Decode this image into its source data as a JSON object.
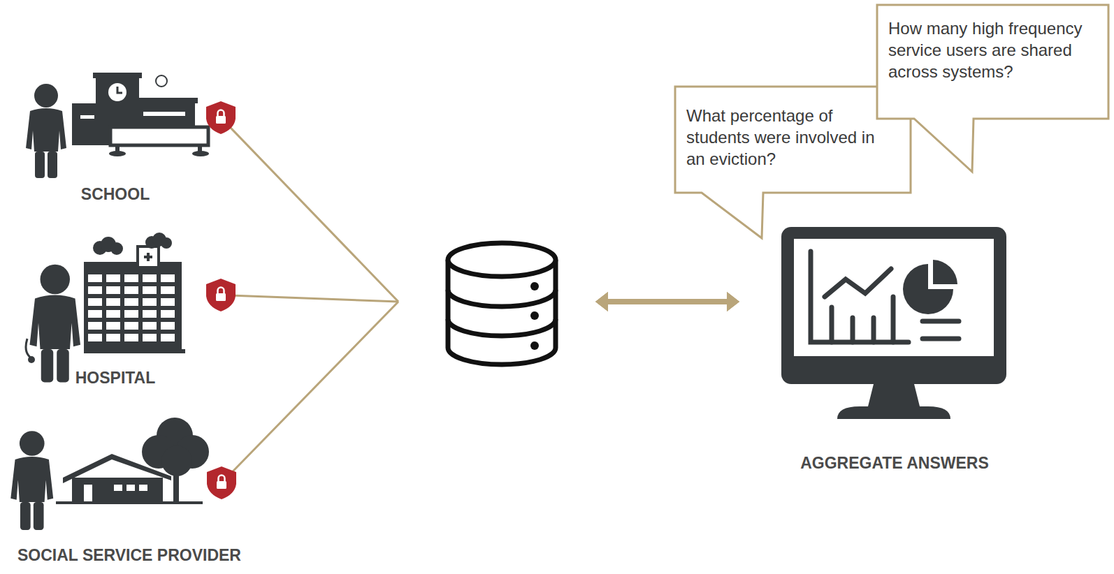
{
  "diagram": {
    "nodes": [
      {
        "text": [
          "SCHOOL"
        ]
      },
      {
        "text": [
          "HOSPITAL"
        ]
      },
      {
        "text": [
          "SOCIAL SERVICE PROVIDER"
        ]
      },
      {
        "text": [
          "AGGREGATE ANSWERS"
        ]
      },
      {
        "text": [
          "What percentage of students were involved in an eviction?"
        ]
      },
      {
        "text": [
          "How many high frequency service users are shared across systems?"
        ]
      }
    ],
    "edges": [
      {
        "from": 0,
        "to": 3,
        "arrow": "to"
      },
      {
        "from": 1,
        "to": 3,
        "arrow": "to"
      },
      {
        "from": 2,
        "to": 3,
        "arrow": "to"
      }
    ]
  }
}
